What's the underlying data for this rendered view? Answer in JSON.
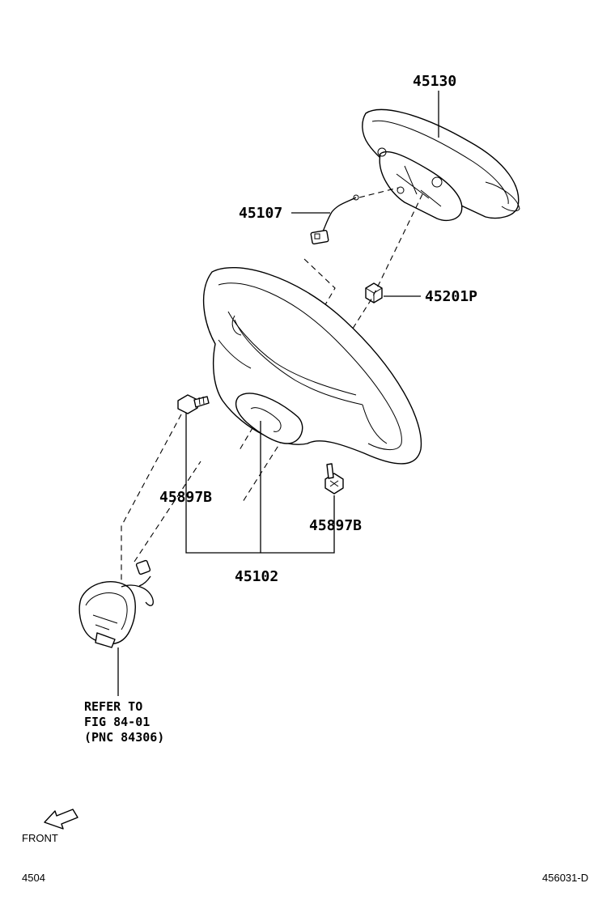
{
  "parts": {
    "p45130": "45130",
    "p45107": "45107",
    "p45201p": "45201P",
    "p45897b_left": "45897B",
    "p45897b_right": "45897B",
    "p45102": "45102"
  },
  "reference_note": {
    "line1": "REFER TO",
    "line2": "FIG 84-01",
    "line3": "(PNC 84306)"
  },
  "front_label": "FRONT",
  "footer": {
    "left_code": "4504",
    "right_code": "456031-D"
  }
}
